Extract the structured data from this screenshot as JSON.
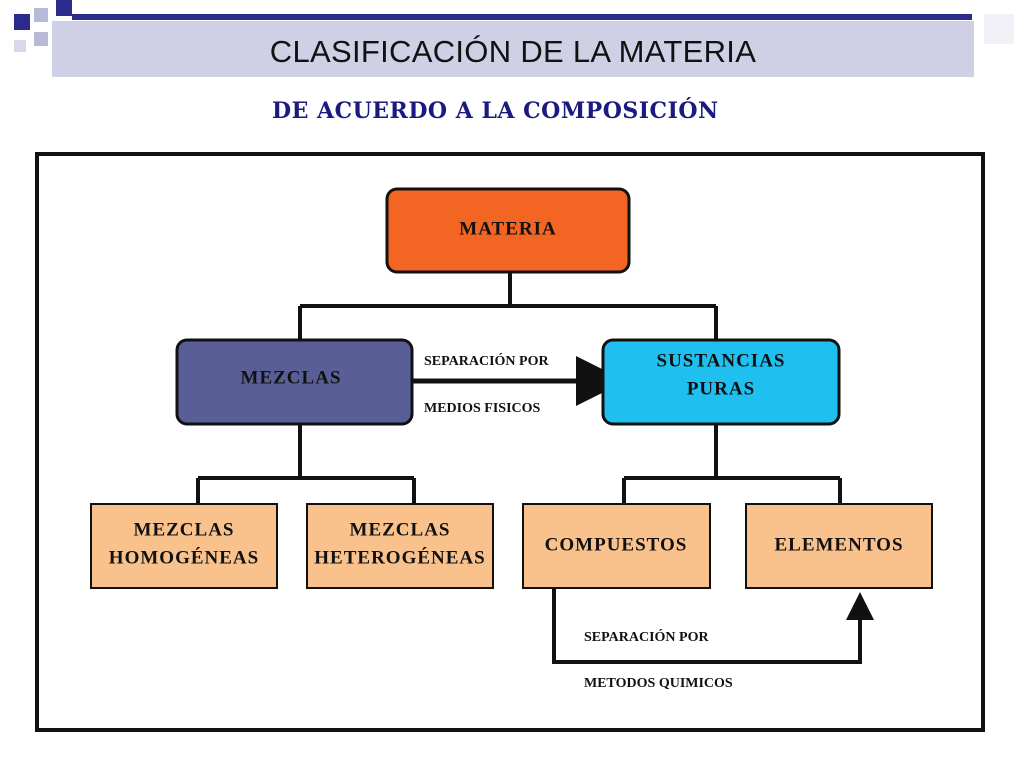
{
  "header": {
    "title": "CLASIFICACIÓN DE LA MATERIA",
    "subtitle": "DE ACUERDO A LA COMPOSICIÓN"
  },
  "colors": {
    "title_bar": "#cfd0e6",
    "deco_blue": "#2b2b8c",
    "materia": "#f26522",
    "mezclas": "#5a5e96",
    "sustancias": "#1fc0f0",
    "leaf": "#f9c28d"
  },
  "diagram": {
    "root": {
      "label": "MATERIA"
    },
    "mezclas": {
      "label": "MEZCLAS"
    },
    "sustancias": {
      "line1": "SUSTANCIAS",
      "line2": "PURAS"
    },
    "homogeneas": {
      "line1": "MEZCLAS",
      "line2": "HOMOGÉNEAS"
    },
    "heterogeneas": {
      "line1": "MEZCLAS",
      "line2": "HETEROGÉNEAS"
    },
    "compuestos": {
      "label": "COMPUESTOS"
    },
    "elementos": {
      "label": "ELEMENTOS"
    },
    "physical_separation": {
      "line1": "SEPARACIÓN POR",
      "line2": "MEDIOS FISICOS"
    },
    "chemical_separation": {
      "line1": "SEPARACIÓN POR",
      "line2": "METODOS QUIMICOS"
    }
  }
}
